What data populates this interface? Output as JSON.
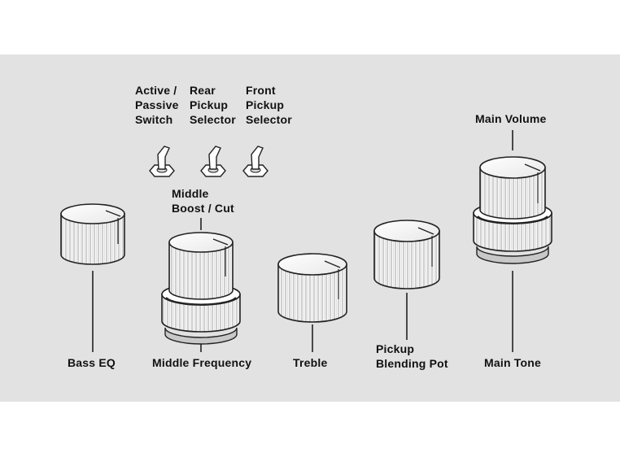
{
  "labels": {
    "active_switch": [
      "Active /",
      "Passive",
      "Switch"
    ],
    "rear_selector": [
      "Rear",
      "Pickup",
      "Selector"
    ],
    "front_selector": [
      "Front",
      "Pickup",
      "Selector"
    ],
    "middle_boost": [
      "Middle",
      "Boost / Cut"
    ],
    "main_volume": "Main Volume",
    "bass_eq": "Bass EQ",
    "middle_frequency": "Middle Frequency",
    "treble": "Treble",
    "pickup_blending": [
      "Pickup",
      "Blending Pot"
    ],
    "main_tone": "Main Tone"
  },
  "colors": {
    "panel": "#e2e2e2",
    "knob_outline": "#222222",
    "knob_fill": "#ffffff",
    "knob_base": "#c8c8c8"
  }
}
